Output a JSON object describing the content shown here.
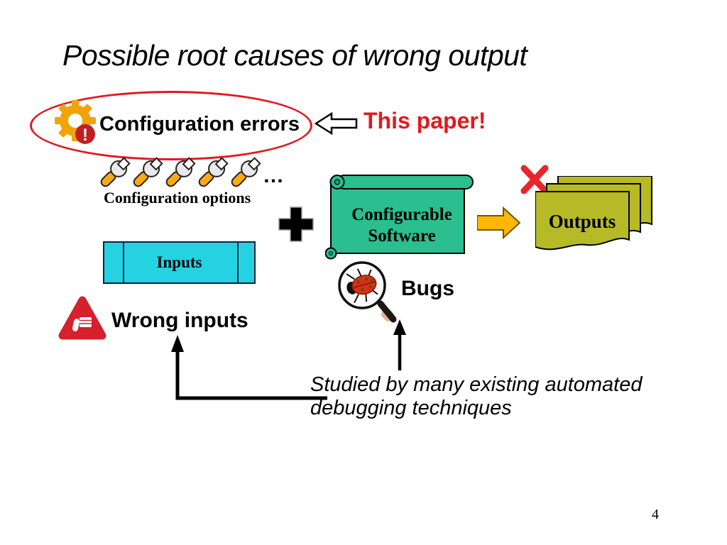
{
  "slide": {
    "title": "Possible root causes of wrong output",
    "page_number": "4"
  },
  "config_errors": {
    "label": "Configuration errors",
    "annotation": "This paper!",
    "badge_glyph": "!"
  },
  "config_options": {
    "label": "Configuration options",
    "ellipsis": "…",
    "wrench_count": 5
  },
  "software": {
    "label": "Configurable Software"
  },
  "outputs": {
    "label": "Outputs"
  },
  "inputs": {
    "label": "Inputs"
  },
  "wrong_inputs": {
    "label": "Wrong inputs"
  },
  "bugs": {
    "label": "Bugs"
  },
  "note": {
    "label": "Studied by many existing automated debugging techniques"
  },
  "icons": {
    "gear_error": "gear-with-error-badge",
    "wrench": "wrench",
    "left_block_arrow": "hollow-left-arrow",
    "plus": "plus-sign",
    "scroll": "horizontal-scroll-shape",
    "gold_right_arrow": "gold-right-arrow",
    "red_cross": "red-x-mark",
    "warning_thumbs_down": "warning-triangle-thumbs-down",
    "magnifier_bug": "magnifying-glass-ladybug"
  },
  "colors": {
    "accent_red": "#e2191f",
    "scroll_teal": "#2bbe8e",
    "inputs_cyan": "#24d2e2",
    "outputs_olive": "#b7ba27",
    "arrow_gold": "#ffb606",
    "gear_orange": "#f0a30a",
    "wrench_orange": "#ffa816",
    "warning_red": "#d6202b",
    "badge_red": "#c01e24",
    "text_black": "#000000"
  }
}
